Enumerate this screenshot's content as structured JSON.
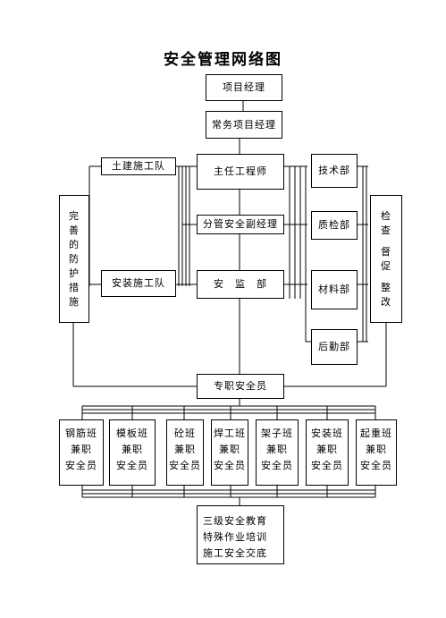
{
  "title": "安全管理网络图",
  "nodes": {
    "project_manager": "项目经理",
    "exec_project_manager": "常务项目经理",
    "civil_team": "土建施工队",
    "install_team": "安装施工队",
    "chief_engineer": "主任工程师",
    "deputy_manager": "分管安全副经理",
    "safety_dept": "安　监　部",
    "tech_dept": "技术部",
    "quality_dept": "质检部",
    "material_dept": "材料部",
    "logistics_dept": "后勤部",
    "safety_officer": "专职安全员"
  },
  "left_vertical": [
    "完",
    "善",
    "的",
    "防",
    "护",
    "措",
    "施"
  ],
  "right_vertical": [
    "检",
    "查",
    "",
    "督",
    "促",
    "",
    "整",
    "改"
  ],
  "teams": [
    {
      "name": "钢筋班",
      "role": "兼职",
      "title": "安全员"
    },
    {
      "name": "模板班",
      "role": "兼职",
      "title": "安全员"
    },
    {
      "name": "砼班",
      "role": "兼职",
      "title": "安全员"
    },
    {
      "name": "焊工班",
      "role": "兼职",
      "title": "安全员"
    },
    {
      "name": "架子班",
      "role": "兼职",
      "title": "安全员"
    },
    {
      "name": "安装班",
      "role": "兼职",
      "title": "安全员"
    },
    {
      "name": "起重班",
      "role": "兼职",
      "title": "安全员"
    }
  ],
  "training": [
    "三级安全教育",
    "特殊作业培训",
    "施工安全交底"
  ]
}
